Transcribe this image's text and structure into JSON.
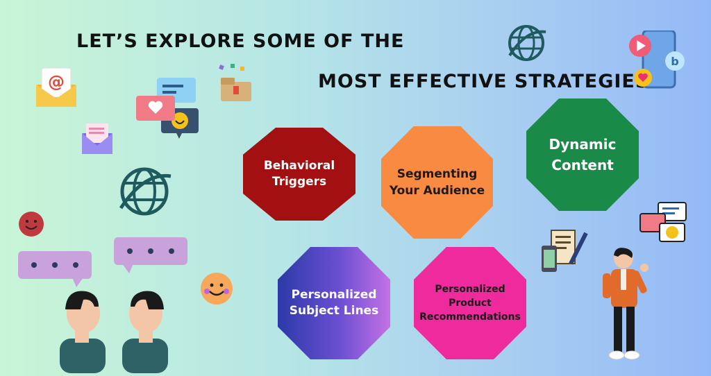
{
  "title": {
    "line1": "LET’S EXPLORE SOME OF THE",
    "line2": "MOST EFFECTIVE STRATEGIES"
  },
  "strategies": [
    {
      "lines": [
        "Behavioral",
        "Triggers"
      ],
      "color": "#a31011"
    },
    {
      "lines": [
        "Segmenting",
        "Your Audience"
      ],
      "color": "#f98a42"
    },
    {
      "lines": [
        "Dynamic",
        "Content"
      ],
      "color": "#1a8a48"
    },
    {
      "lines": [
        "Personalized",
        "Subject Lines"
      ],
      "color": "#5a4bd0"
    },
    {
      "lines": [
        "Personalized",
        "Product",
        "Recommendations"
      ],
      "color": "#ee2a9d"
    }
  ],
  "icons": {
    "email": "@"
  }
}
